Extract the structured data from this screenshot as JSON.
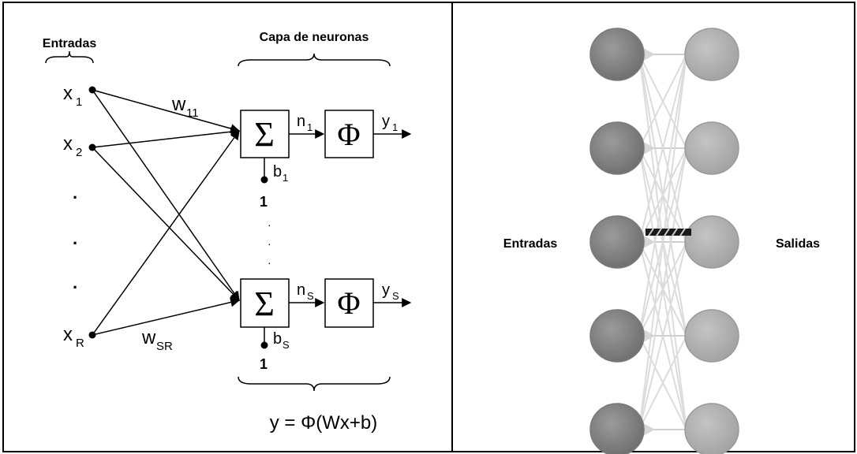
{
  "left_panel": {
    "inputs_heading": "Entradas",
    "layer_heading": "Capa de neuronas",
    "inputs": [
      {
        "base": "x",
        "sub": "1"
      },
      {
        "base": "x",
        "sub": "2"
      },
      {
        "base": "x",
        "sub": "R"
      }
    ],
    "input_ellipsis": [
      "·",
      "·",
      "·"
    ],
    "weights": [
      {
        "base": "w",
        "sub": "11"
      },
      {
        "base": "w",
        "sub": "SR"
      }
    ],
    "neurons": [
      {
        "sum_symbol": "Σ",
        "activation_symbol": "Φ",
        "net_base": "n",
        "net_sub": "1",
        "out_base": "y",
        "out_sub": "1",
        "bias_base": "b",
        "bias_sub": "1",
        "bias_input": "1"
      },
      {
        "sum_symbol": "Σ",
        "activation_symbol": "Φ",
        "net_base": "n",
        "net_sub": "S",
        "out_base": "y",
        "out_sub": "S",
        "bias_base": "b",
        "bias_sub": "S",
        "bias_input": "1"
      }
    ],
    "neuron_ellipsis": [
      "·",
      "·",
      "·"
    ],
    "equation": "y = Φ(Wx+b)"
  },
  "right_panel": {
    "inputs_label": "Entradas",
    "outputs_label": "Salidas",
    "input_node_color": "#8a8a8a",
    "output_node_color": "#b4b4b4",
    "input_node_count": 5,
    "output_node_count": 5
  }
}
